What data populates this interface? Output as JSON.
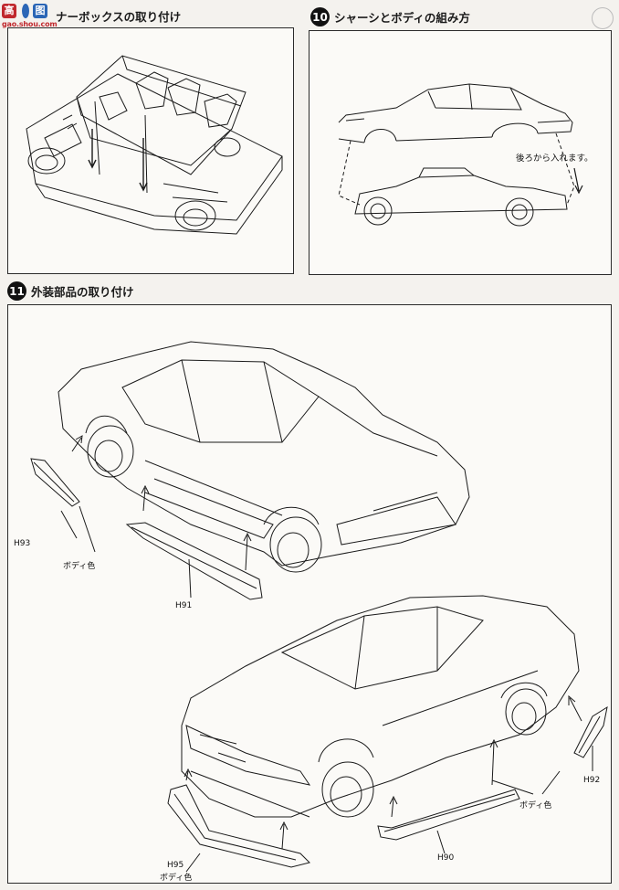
{
  "watermark": {
    "chars": [
      "高",
      "图"
    ],
    "url": "gao.shou.com"
  },
  "step9": {
    "title": "ナーボックスの取り付け"
  },
  "step10": {
    "number": "10",
    "title": "シャーシとボディの組み方",
    "note": "後ろから入れます。"
  },
  "step11": {
    "number": "11",
    "title": "外装部品の取り付け",
    "parts": {
      "h93": "H93",
      "h91": "H91",
      "h92": "H92",
      "h90": "H90",
      "h95": "H95"
    },
    "body_color_labels": [
      "ボディ色",
      "ボディ色",
      "ボディ色"
    ]
  },
  "colors": {
    "ink": "#1a1a1a",
    "paper": "#fbfaf7",
    "watermark_red": "#c0282d",
    "watermark_blue": "#2b66b6"
  }
}
